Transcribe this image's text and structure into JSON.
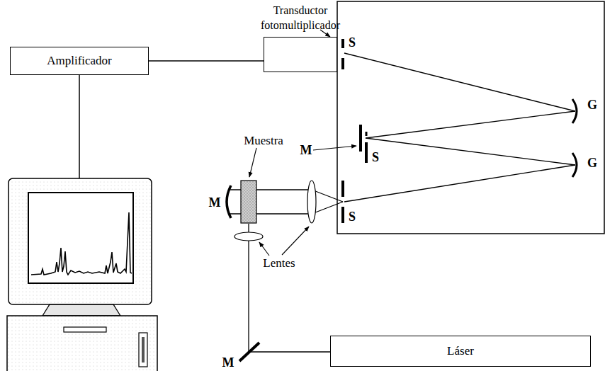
{
  "diagram": {
    "nodes": [
      {
        "text": [
          "Transductor fotomultiplicador"
        ]
      },
      {
        "text": [
          "Amplificador"
        ]
      },
      {
        "text": [
          "Láser"
        ]
      }
    ],
    "edges": [
      {
        "from": 1,
        "to": 0,
        "arrow": "none"
      }
    ],
    "labels": [
      "S",
      "G",
      "Muestra",
      "M",
      "S",
      "G",
      "M",
      "S",
      "Lentes",
      "M"
    ]
  }
}
